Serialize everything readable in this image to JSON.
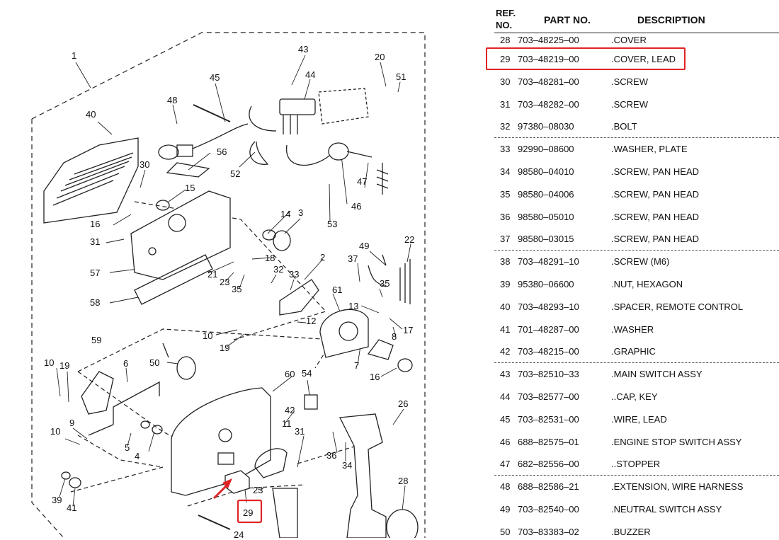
{
  "diagram": {
    "callouts": [
      "1",
      "40",
      "45",
      "48",
      "43",
      "44",
      "20",
      "51",
      "30",
      "15",
      "56",
      "52",
      "47",
      "46",
      "53",
      "16",
      "31",
      "14",
      "3",
      "57",
      "21",
      "18",
      "23",
      "35",
      "32",
      "33",
      "2",
      "49",
      "37",
      "22",
      "58",
      "13",
      "35",
      "61",
      "12",
      "17",
      "10",
      "19",
      "8",
      "59",
      "6",
      "50",
      "16",
      "7",
      "10",
      "19",
      "60",
      "54",
      "42",
      "26",
      "9",
      "11",
      "31",
      "10",
      "5",
      "4",
      "36",
      "34",
      "39",
      "41",
      "23",
      "28",
      "29",
      "24"
    ],
    "highlight_label": "29",
    "arrow_color": "#e02424",
    "highlight_color": "#e02424"
  },
  "table": {
    "headers": {
      "ref": "REF. NO.",
      "part": "PART NO.",
      "desc": "DESCRIPTION"
    },
    "rows": [
      {
        "ref": "28",
        "part": "703–48225–00",
        "desc": ".COVER"
      },
      {
        "ref": "29",
        "part": "703–48219–00",
        "desc": ".COVER, LEAD"
      },
      {
        "ref": "30",
        "part": "703–48281–00",
        "desc": ".SCREW"
      },
      {
        "ref": "31",
        "part": "703–48282–00",
        "desc": ".SCREW"
      },
      {
        "ref": "32",
        "part": "97380–08030",
        "desc": ".BOLT"
      },
      {
        "ref": "33",
        "part": "92990–08600",
        "desc": ".WASHER, PLATE"
      },
      {
        "ref": "34",
        "part": "98580–04010",
        "desc": ".SCREW, PAN HEAD"
      },
      {
        "ref": "35",
        "part": "98580–04006",
        "desc": ".SCREW, PAN HEAD"
      },
      {
        "ref": "36",
        "part": "98580–05010",
        "desc": ".SCREW, PAN HEAD"
      },
      {
        "ref": "37",
        "part": "98580–03015",
        "desc": ".SCREW, PAN HEAD"
      },
      {
        "ref": "38",
        "part": "703–48291–10",
        "desc": ".SCREW (M6)"
      },
      {
        "ref": "39",
        "part": "95380–06600",
        "desc": ".NUT, HEXAGON"
      },
      {
        "ref": "40",
        "part": "703–48293–10",
        "desc": ".SPACER, REMOTE CONTROL"
      },
      {
        "ref": "41",
        "part": "701–48287–00",
        "desc": ".WASHER"
      },
      {
        "ref": "42",
        "part": "703–48215–00",
        "desc": ".GRAPHIC"
      },
      {
        "ref": "43",
        "part": "703–82510–33",
        "desc": ".MAIN SWITCH ASSY"
      },
      {
        "ref": "44",
        "part": "703–82577–00",
        "desc": "..CAP, KEY"
      },
      {
        "ref": "45",
        "part": "703–82531–00",
        "desc": ".WIRE, LEAD"
      },
      {
        "ref": "46",
        "part": "688–82575–01",
        "desc": ".ENGINE STOP SWITCH ASSY"
      },
      {
        "ref": "47",
        "part": "682–82556–00",
        "desc": "..STOPPER"
      },
      {
        "ref": "48",
        "part": "688–82586–21",
        "desc": ".EXTENSION, WIRE HARNESS"
      },
      {
        "ref": "49",
        "part": "703–82540–00",
        "desc": ".NEUTRAL SWITCH ASSY"
      },
      {
        "ref": "50",
        "part": "703–83383–02",
        "desc": ".BUZZER"
      }
    ]
  }
}
